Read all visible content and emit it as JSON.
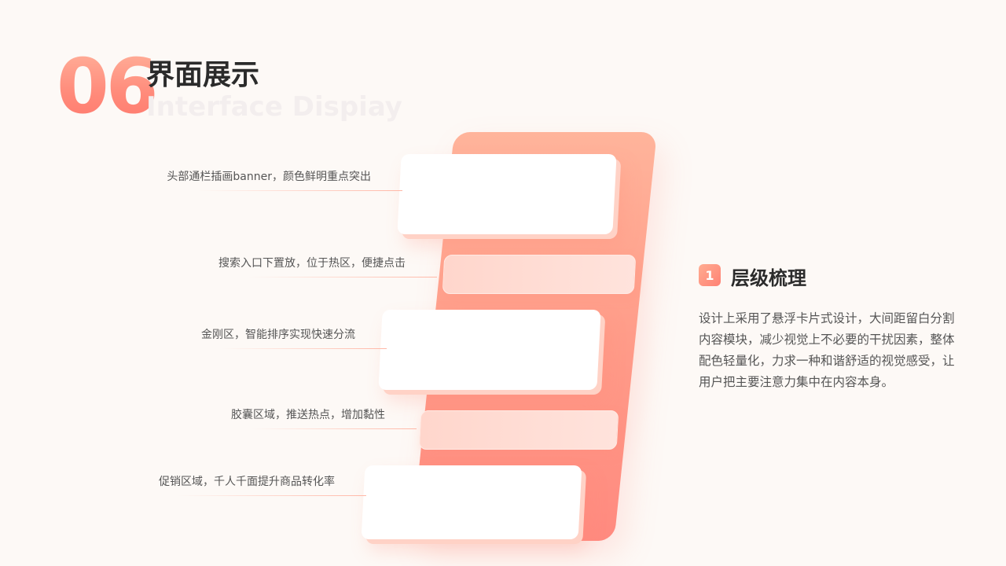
{
  "header": {
    "number": "06",
    "title": "界面展示",
    "subtitle": "Interface Dispiay"
  },
  "callouts": [
    "头部通栏插画banner，颜色鲜明重点突出",
    "搜索入口下置放，位于热区，便捷点击",
    "金刚区，智能排序实现快速分流",
    "胶囊区域，推送热点，增加黏性",
    "促销区域，千人千面提升商品转化率"
  ],
  "feature": {
    "badge": "1",
    "title": "层级梳理",
    "description": "设计上采用了悬浮卡片式设计，大间距留白分割内容模块，减少视觉上不必要的干扰因素，整体配色轻量化，力求一种和谐舒适的视觉感受，让用户把主要注意力集中在内容本身。"
  },
  "colors": {
    "accent": "#ff8a7a",
    "accent_light": "#ffb49b",
    "background": "#fdf9f6",
    "text_dark": "#2b2b2b",
    "text_body": "#555555"
  }
}
